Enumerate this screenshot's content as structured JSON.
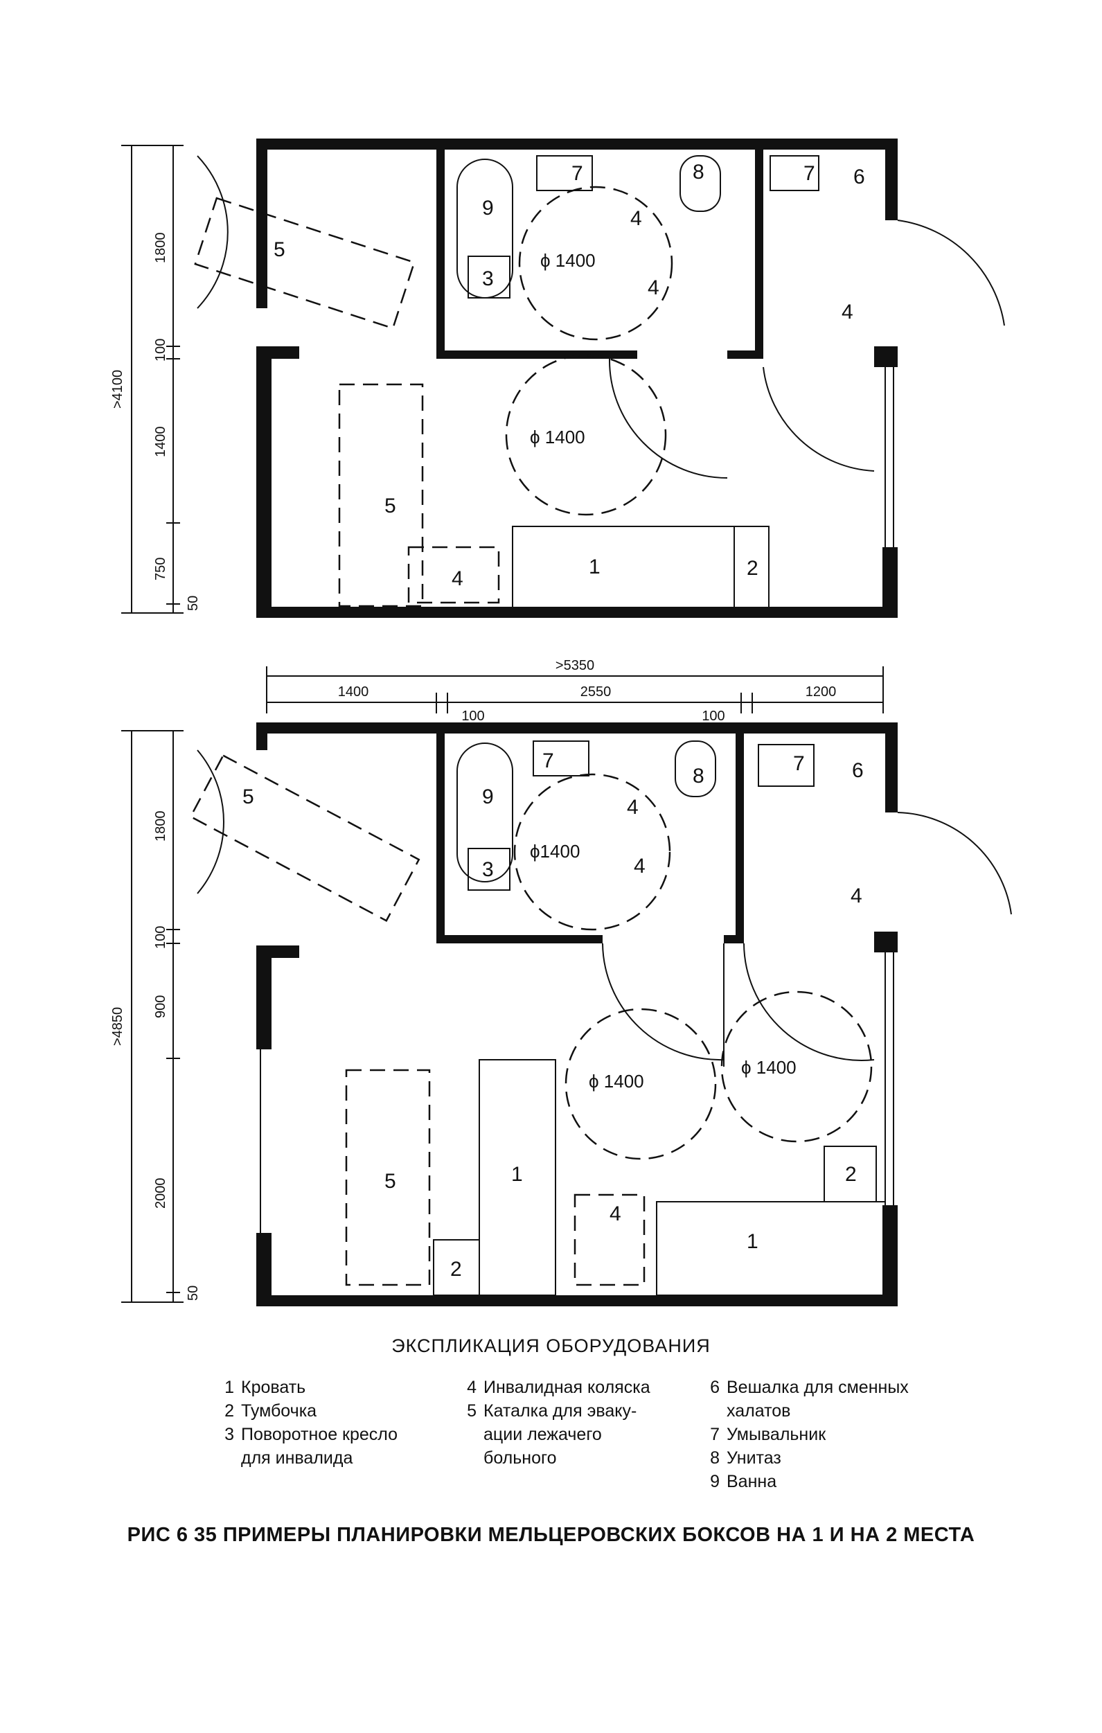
{
  "plan1": {
    "marks": {
      "m5a": "5",
      "m9": "9",
      "m3": "3",
      "m7a": "7",
      "m8": "8",
      "m4a": "4",
      "m4b": "4",
      "m7b": "7",
      "m6": "6",
      "m4c": "4",
      "m5b": "5",
      "m4d": "4",
      "m1": "1",
      "m2": "2"
    },
    "circles": {
      "c1": "ϕ 1400",
      "c2": "ϕ 1400"
    },
    "dims": {
      "total": ">4100",
      "d1": "1800",
      "d2": "100",
      "d3": "1400",
      "d4": "750",
      "d5": "50"
    }
  },
  "plan2": {
    "marks": {
      "m5a": "5",
      "m9": "9",
      "m3": "3",
      "m7a": "7",
      "m8": "8",
      "m4a": "4",
      "m4b": "4",
      "m7b": "7",
      "m6": "6",
      "m4c": "4",
      "m5b": "5",
      "m1a": "1",
      "m2a": "2",
      "m4d": "4",
      "m2b": "2",
      "m1b": "1"
    },
    "circles": {
      "c1": "ϕ1400",
      "c2": "ϕ 1400",
      "c3": "ϕ 1400"
    },
    "dims": {
      "total": ">4850",
      "d1": "1800",
      "d2": "100",
      "d3": "900",
      "d4": "2000",
      "d5": "50"
    },
    "hdims": {
      "total": ">5350",
      "h1": "1400",
      "h2": "2550",
      "h3": "1200",
      "h4": "100",
      "h5": "100"
    }
  },
  "legend": {
    "title": "ЭКСПЛИКАЦИЯ ОБОРУДОВАНИЯ",
    "items": [
      {
        "num": "1",
        "text": "Кровать"
      },
      {
        "num": "2",
        "text": "Тумбочка"
      },
      {
        "num": "3",
        "text": "Поворотное кресло",
        "cont": "для инвалида"
      },
      {
        "num": "4",
        "text": "Инвалидная коляска"
      },
      {
        "num": "5",
        "text": "Каталка для эваку-",
        "cont": "ации лежачего",
        "cont2": "больного"
      },
      {
        "num": "6",
        "text": "Вешалка для сменных",
        "cont": "халатов"
      },
      {
        "num": "7",
        "text": "Умывальник"
      },
      {
        "num": "8",
        "text": "Унитаз"
      },
      {
        "num": "9",
        "text": "Ванна"
      }
    ]
  },
  "caption": "РИС 6 35  ПРИМЕРЫ ПЛАНИРОВКИ МЕЛЬЦЕРОВСКИХ БОКСОВ НА 1 И НА 2 МЕСТА"
}
